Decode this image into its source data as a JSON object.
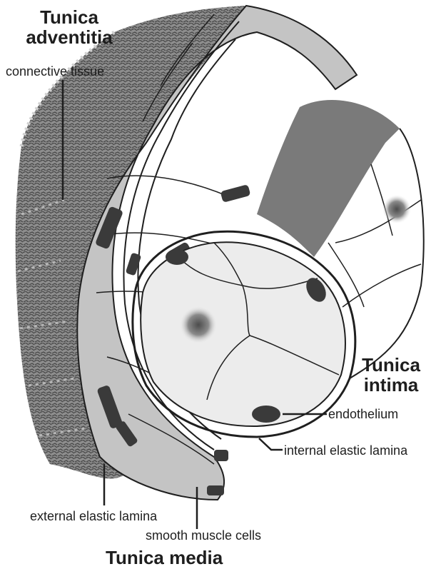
{
  "labels": {
    "adventitia_title": "Tunica\nadventitia",
    "connective_tissue": "connective tissue",
    "intima_title": "Tunica\nintima",
    "endothelium": "endothelium",
    "internal_elastic_lamina": "internal elastic lamina",
    "external_elastic_lamina": "external elastic lamina",
    "smooth_muscle_cells": "smooth muscle cells",
    "media_title": "Tunica media"
  }
}
